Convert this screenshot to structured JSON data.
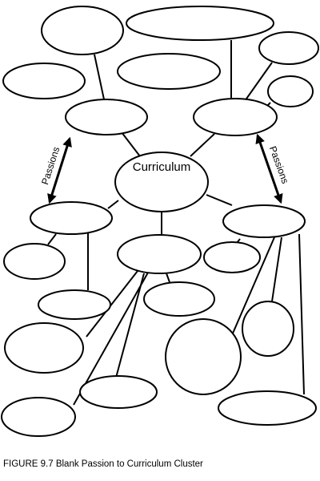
{
  "diagram": {
    "center_label": "Curriculum",
    "left_arrow_label": "Passions",
    "right_arrow_label": "Passions"
  },
  "caption": "FIGURE 9.7 Blank Passion to Curriculum Cluster"
}
